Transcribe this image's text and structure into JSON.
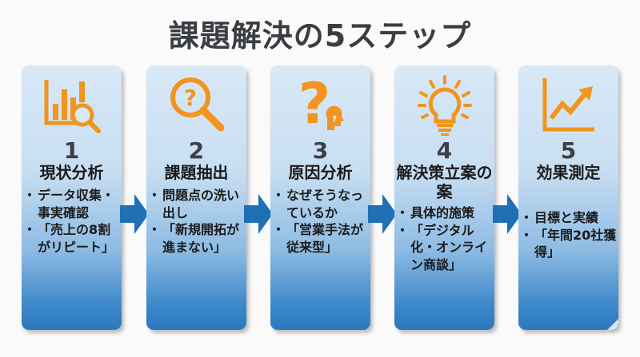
{
  "title": "課題解決の5ステップ",
  "colors": {
    "icon_orange": "#f2941d",
    "arrow_blue": "#1f6fb4",
    "card_top": "#d8e9f7",
    "card_bottom": "#2a78bf"
  },
  "steps": [
    {
      "number": "1",
      "name": "現状分析",
      "icon": "bar-chart-magnifier-icon",
      "bullets": [
        "データ収集・事実確認",
        "「売上の8割がリピート」"
      ]
    },
    {
      "number": "2",
      "name": "課題抽出",
      "icon": "question-magnifier-icon",
      "bullets": [
        "問題点の洗い出し",
        "「新規開拓が進まない」"
      ]
    },
    {
      "number": "3",
      "name": "原因分析",
      "icon": "question-head-icon",
      "bullets": [
        "なぜそうなっているか",
        "「営業手法が従来型」"
      ]
    },
    {
      "number": "4",
      "name": "解決策立案の案",
      "icon": "lightbulb-icon",
      "bullets": [
        "具体的施策",
        "「デジタル化・オンライン商談」"
      ]
    },
    {
      "number": "5",
      "name": "効果測定",
      "icon": "trend-chart-icon",
      "bullets": [
        "目標と実績",
        "「年間20社獲得」"
      ]
    }
  ]
}
